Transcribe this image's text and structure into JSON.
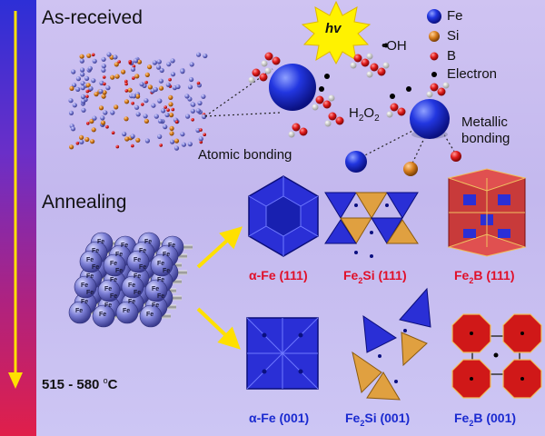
{
  "sections": {
    "as_received": "As-received",
    "annealing": "Annealing"
  },
  "temperature": {
    "range": "515 - 580 ",
    "sup": "o",
    "unit": "C"
  },
  "light": "hv",
  "radical": "•OH",
  "peroxide": {
    "main": "H",
    "sub1": "2",
    "mid": "O",
    "sub2": "2"
  },
  "bonding": {
    "atomic": "Atomic bonding",
    "metallic_line1": "Metallic",
    "metallic_line2": "bonding"
  },
  "legend": [
    {
      "symbol": "Fe",
      "color": "#1e2fd8"
    },
    {
      "symbol": "Si",
      "color": "#d9801f"
    },
    {
      "symbol": "B",
      "color": "#e01b1b"
    },
    {
      "symbol": "Electron",
      "color": "#000000"
    }
  ],
  "atom_label": "Fe",
  "phases": {
    "fe_111": {
      "name": "α-Fe (111)",
      "color": "#e0102a"
    },
    "fe2si_111": {
      "a": "Fe",
      "sub": "2",
      "b": "Si (111)",
      "color": "#e0102a"
    },
    "fe2b_111": {
      "a": "Fe",
      "sub": "2",
      "b": "B (111)",
      "color": "#e0102a"
    },
    "fe_001": {
      "name": "α-Fe (001)",
      "color": "#1a2ad0"
    },
    "fe2si_001": {
      "a": "Fe",
      "sub": "2",
      "b": "Si (001)",
      "color": "#1a2ad0"
    },
    "fe2b_001": {
      "a": "Fe",
      "sub": "2",
      "b": "B (001)",
      "color": "#1a2ad0"
    }
  }
}
